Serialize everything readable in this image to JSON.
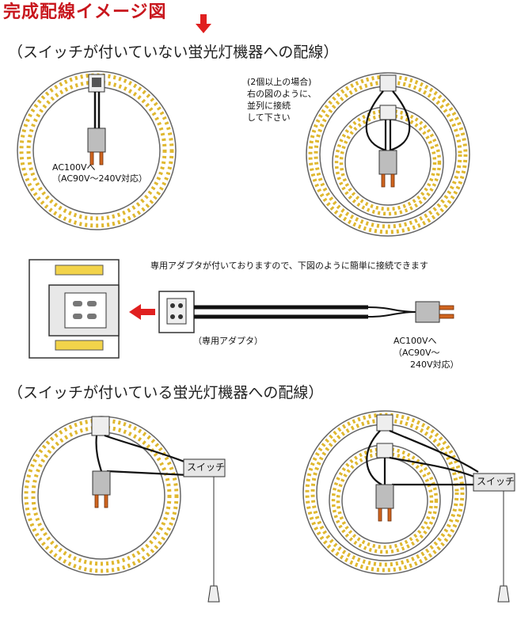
{
  "header": {
    "title": "完成配線イメージ図",
    "colors": {
      "title": "#c8161d",
      "arrow": "#e02020",
      "led": "#f2d34a",
      "wire": "#111111",
      "plug_pin": "#d0651f"
    }
  },
  "section1": {
    "heading": "（スイッチが付いていない蛍光灯機器への配線）",
    "note_left_1": "AC100Vへ",
    "note_left_2": "（AC90V～240V対応）",
    "note_right_1": "(2個以上の場合)",
    "note_right_2": "右の図のように、",
    "note_right_3": "並列に接続",
    "note_right_4": "して下さい"
  },
  "adapter": {
    "caption": "専用アダプタが付いておりますので、下図のように簡単に接続できます",
    "label": "（専用アダプタ）",
    "ac_1": "AC100Vへ",
    "ac_2": "（AC90V～",
    "ac_3": "240V対応）"
  },
  "section2": {
    "heading": "（スイッチが付いている蛍光灯機器への配線）",
    "switch_label_left": "スイッチ",
    "switch_label_right": "スイッチ"
  }
}
